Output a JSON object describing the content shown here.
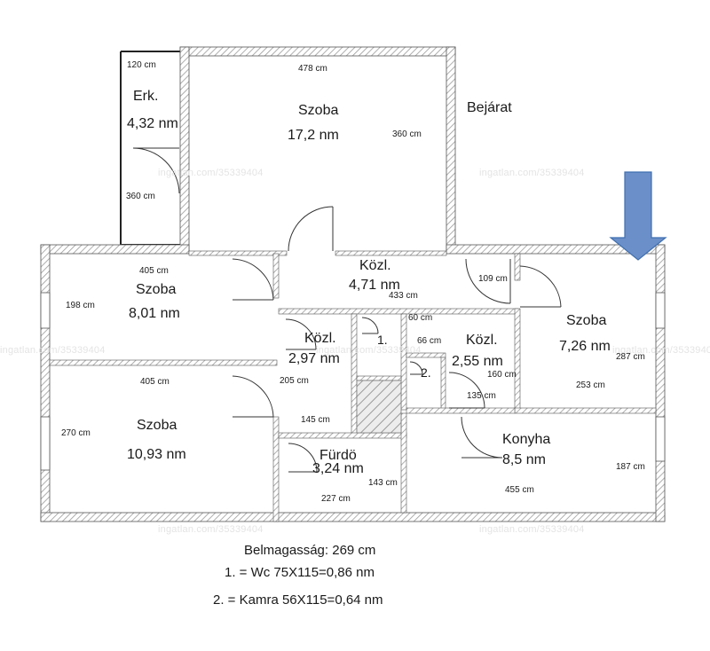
{
  "watermark": "ingatlan.com/35339404",
  "entrance": "Bejárat",
  "rooms": [
    {
      "id": "erkely",
      "name": "Erk.",
      "area": "4,32 nm"
    },
    {
      "id": "szoba-top",
      "name": "Szoba",
      "area": "17,2 nm"
    },
    {
      "id": "kozl-top",
      "name": "Közl.",
      "area": "4,71 nm"
    },
    {
      "id": "szoba-right",
      "name": "Szoba",
      "area": "7,26 nm"
    },
    {
      "id": "szoba-left",
      "name": "Szoba",
      "area": "8,01 nm"
    },
    {
      "id": "kozl-mid",
      "name": "Közl.",
      "area": "2,97 nm"
    },
    {
      "id": "kozl-right",
      "name": "Közl.",
      "area": "2,55 nm"
    },
    {
      "id": "szoba-bottom",
      "name": "Szoba",
      "area": "10,93 nm"
    },
    {
      "id": "furdo",
      "name": "Fürdö",
      "area": "3,24 nm"
    },
    {
      "id": "konyha",
      "name": "Konyha",
      "area": "8,5 nm"
    }
  ],
  "small_rooms": {
    "wc": "1.",
    "kamra": "2."
  },
  "dimensions": {
    "erk_w": "120 cm",
    "erk_h": "360 cm",
    "top_w": "478 cm",
    "top_h": "360 cm",
    "left_w": "405 cm",
    "left_h": "198 cm",
    "bottom_w": "405 cm",
    "bottom_h": "270 cm",
    "hall_w": "433 cm",
    "hall_door": "109 cm",
    "wc_w": "60 cm",
    "kamra_w": "66 cm",
    "mid_h": "205 cm",
    "mid_w": "145 cm",
    "right_hall_h": "160 cm",
    "right_hall_w": "135 cm",
    "right_h": "287 cm",
    "right_w": "253 cm",
    "furdo_h": "143 cm",
    "furdo_w": "227 cm",
    "konyha_h": "187 cm",
    "konyha_w": "455 cm"
  },
  "notes": {
    "height": "Belmagasság: 269  cm",
    "wc": "1. = Wc 75X115=0,86 nm",
    "kamra": "2. = Kamra 56X115=0,64 nm"
  },
  "colors": {
    "wall": "#8a8a8a",
    "hatch": "#bdbdbd",
    "arrow_fill": "#6b8fc8",
    "arrow_stroke": "#3f6fb0"
  }
}
